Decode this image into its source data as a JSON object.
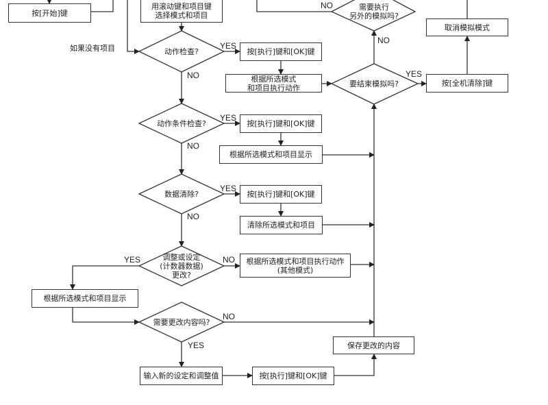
{
  "boxes": {
    "press_start": "按[开始]键",
    "select_mode": "用滚动键和项目键\n选择模式和项目",
    "exec_ok_1": "按[执行]键和[OK]键",
    "perform_action": "根据所选模式\n和项目执行动作",
    "exec_ok_2": "按[执行]键和[OK]键",
    "display_1": "根据所选模式和项目显示",
    "exec_ok_3": "按[执行]键和[OK]键",
    "clear_selected": "清除所选模式和项目",
    "other_mode_action": "根据所选模式和项目执行动作\n(其他模式)",
    "display_2": "根据所选模式和项目显示",
    "enter_values": "输入新的设定和调整值",
    "exec_ok_4": "按[执行]键和[OK]键",
    "save_changes": "保存更改的内容",
    "cancel_sim": "取消模拟模式",
    "all_clear": "按[全机清除]键"
  },
  "decisions": {
    "action_check": "动作检查?",
    "action_condition_check": "动作条件检查?",
    "data_clear": "数据清除?",
    "adjust_counter": "调整或设定\n(计数器数据)\n更改?",
    "need_change": "需要更改内容吗?",
    "end_sim": "要结束模拟吗?",
    "another_sim": "需要执行\n另外的模拟吗?"
  },
  "labels": {
    "yes": "YES",
    "no": "NO",
    "if_no_item": "如果没有项目"
  }
}
